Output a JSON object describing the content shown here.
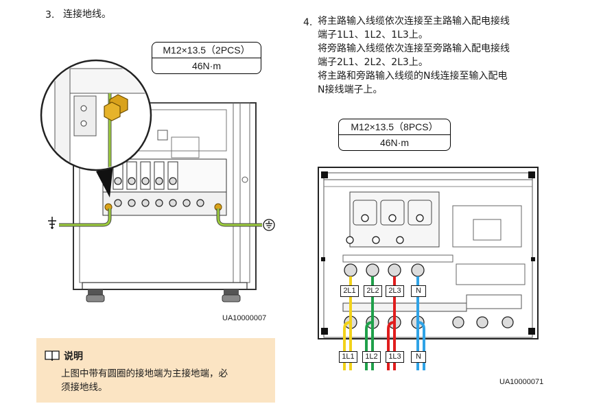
{
  "step3": {
    "number": "3.",
    "text": "连接地线。",
    "spec_top": "M12×13.5（2PCS）",
    "spec_bottom": "46N·m",
    "figure_code": "UA10000007"
  },
  "step4": {
    "number": "4.",
    "lines": [
      "将主路输入线缆依次连接至主路输入配电接线",
      "端子1L1、1L2、1L3上。",
      "将旁路输入线缆依次连接至旁路输入配电接线",
      "端子2L1、2L2、2L3上。",
      "将主路和旁路输入线缆的N线连接至输入配电",
      "N接线端子上。"
    ],
    "spec_top": "M12×13.5（8PCS）",
    "spec_bottom": "46N·m",
    "figure_code": "UA10000071",
    "bypass_labels": [
      "2L1",
      "2L2",
      "2L3",
      "N"
    ],
    "main_labels": [
      "1L1",
      "1L2",
      "1L3",
      "N"
    ]
  },
  "note": {
    "icon": "book-icon",
    "title": "说明",
    "lines": [
      "上图中带有圆圈的接地端为主接地端，必",
      "须接地线。"
    ]
  },
  "colors": {
    "note_bg": "#fbe4c3",
    "ground_wire": "#9ccc3c",
    "l1_wire": "#f2d21a",
    "l2_wire": "#1fa04a",
    "l3_wire": "#e01d1d",
    "n_wire": "#2fa3e6"
  }
}
